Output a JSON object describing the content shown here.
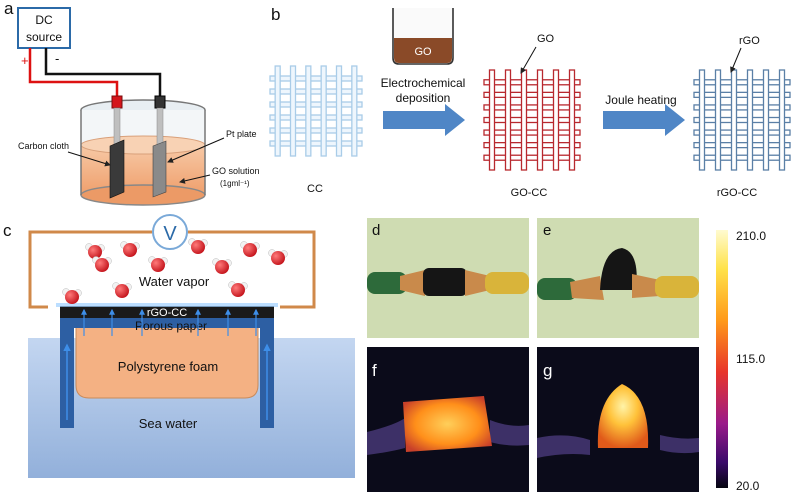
{
  "panel_letters": {
    "a": "a",
    "b": "b",
    "c": "c",
    "d": "d",
    "e": "e",
    "f": "f",
    "g": "g"
  },
  "panel_a": {
    "source_line1": "DC",
    "source_line2": "source",
    "plus": "+",
    "minus": "-",
    "carbon_cloth": "Carbon cloth",
    "pt_plate": "Pt plate",
    "go_solution_line1": "GO solution",
    "go_solution_line2": "(1gml⁻¹)"
  },
  "panel_b": {
    "beaker_label": "GO",
    "step1_line1": "Electrochemical",
    "step1_line2": "deposition",
    "step2": "Joule heating",
    "go_pointer": "GO",
    "rgo_pointer": "rGO",
    "cc_label": "CC",
    "gocc_label": "GO-CC",
    "rgocc_label": "rGO-CC"
  },
  "panel_c": {
    "voltmeter": "V",
    "water_vapor": "Water vapor",
    "rgo_cc": "rGO-CC",
    "porous_paper": "Porous paper",
    "foam": "Polystyrene foam",
    "sea_water": "Sea water"
  },
  "colorbar": {
    "max": "210.0",
    "mid": "115.0",
    "min": "20.0"
  },
  "colors": {
    "cc_mesh": "#a9cce8",
    "gocc_mesh": "#b8282e",
    "rgocc_mesh": "#5a7fa6",
    "arrow": "#4f86c6",
    "copper": "#c98a4b",
    "solution": "#f2b48a",
    "foam": "#f4b183",
    "sea": "#8fb2dc"
  }
}
